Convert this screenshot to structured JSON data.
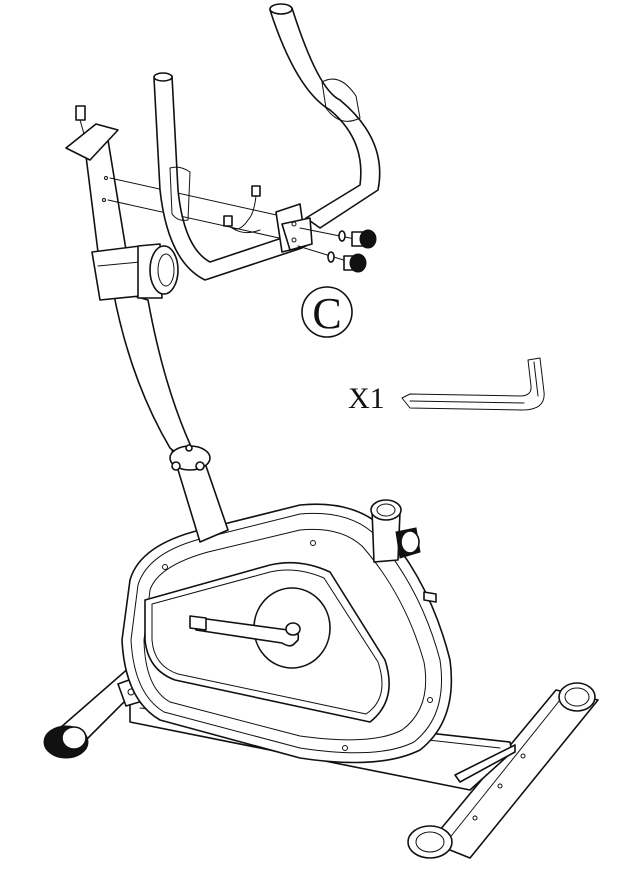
{
  "step_label": "C",
  "tool": {
    "name": "allen-key",
    "quantity_label": "X1"
  },
  "parts": [
    {
      "name": "handlebar"
    },
    {
      "name": "seat-post-upright"
    },
    {
      "name": "flywheel-housing"
    },
    {
      "name": "tension-knob"
    },
    {
      "name": "front-stabilizer"
    },
    {
      "name": "rear-stabilizer"
    },
    {
      "name": "bolt"
    },
    {
      "name": "washer"
    },
    {
      "name": "sensor-wire"
    }
  ],
  "colors": {
    "line": "#111111",
    "background": "#ffffff"
  }
}
